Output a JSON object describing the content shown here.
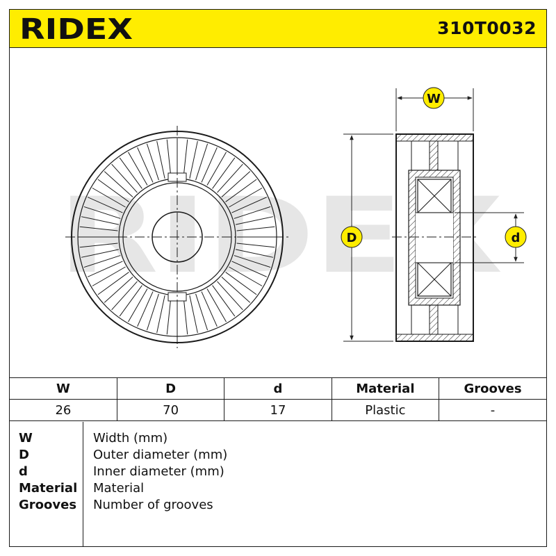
{
  "header": {
    "brand": "RIDEX",
    "part_number": "310T0032",
    "accent_color": "#ffed00"
  },
  "drawing": {
    "watermark": "RIDEX",
    "dim_width_label": "W",
    "dim_outer_label": "D",
    "dim_inner_label": "d",
    "badge_color": "#ffed00"
  },
  "spec_table": {
    "headers": [
      "W",
      "D",
      "d",
      "Material",
      "Grooves"
    ],
    "values": [
      "26",
      "70",
      "17",
      "Plastic",
      "-"
    ]
  },
  "legend": [
    {
      "key": "W",
      "desc": "Width (mm)"
    },
    {
      "key": "D",
      "desc": "Outer diameter (mm)"
    },
    {
      "key": "d",
      "desc": "Inner diameter (mm)"
    },
    {
      "key": "Material",
      "desc": "Material"
    },
    {
      "key": "Grooves",
      "desc": "Number of grooves"
    }
  ]
}
